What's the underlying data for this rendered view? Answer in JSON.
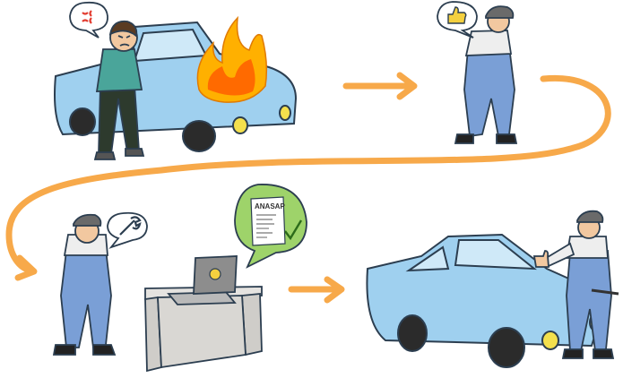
{
  "panels": [
    {
      "id": "broken-car",
      "bubble_icon": "anger-symbol-icon"
    },
    {
      "id": "mechanic-agrees",
      "bubble_icon": "thumbs-up-icon"
    },
    {
      "id": "mechanic-thinks",
      "bubble_icon": "wrench-icon"
    },
    {
      "id": "laptop-order",
      "bubble_icon": "checklist-check-icon",
      "document_title": "ANASAP"
    },
    {
      "id": "car-fixed",
      "bubble_icon": "none"
    }
  ],
  "colors": {
    "car_body": "#9fd0ef",
    "car_outline": "#2c3e50",
    "flame_outer": "#ffb000",
    "flame_inner": "#ff6a00",
    "mechanic_overalls": "#7a9fd6",
    "mechanic_cap": "#6a6a6a",
    "path_orange": "#f7a94a",
    "check_bubble": "#9ed36a"
  }
}
